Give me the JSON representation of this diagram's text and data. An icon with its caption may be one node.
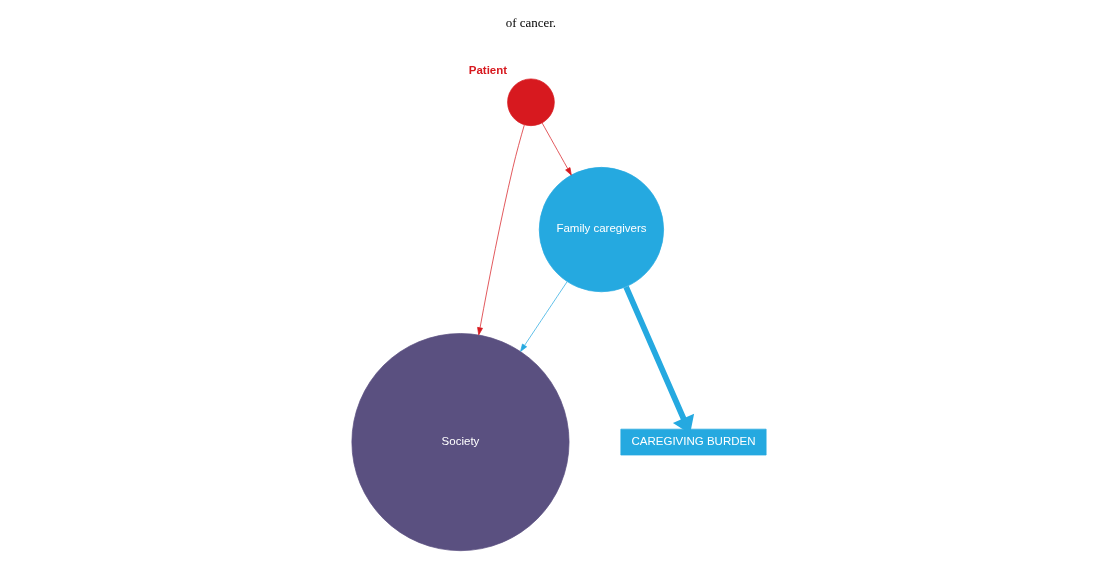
{
  "diagram": {
    "nodes": [
      {
        "text": [
          "Patient"
        ]
      },
      {
        "text": [
          "Family caregivers"
        ]
      },
      {
        "text": [
          "Society"
        ]
      },
      {
        "text": [
          "CAREGIVING BURDEN"
        ]
      }
    ],
    "edges": [
      {
        "from": 0,
        "to": 1,
        "arrow": "to",
        "color": "#d7191f"
      },
      {
        "from": 0,
        "to": 2,
        "arrow": "to",
        "color": "#d7191f"
      },
      {
        "from": 1,
        "to": 2,
        "arrow": "to",
        "color": "#25a9e0"
      },
      {
        "from": 1,
        "to": 3,
        "arrow": "to",
        "style": "thick",
        "color": "#25a9e0"
      }
    ],
    "labels": [
      "of cancer."
    ]
  }
}
